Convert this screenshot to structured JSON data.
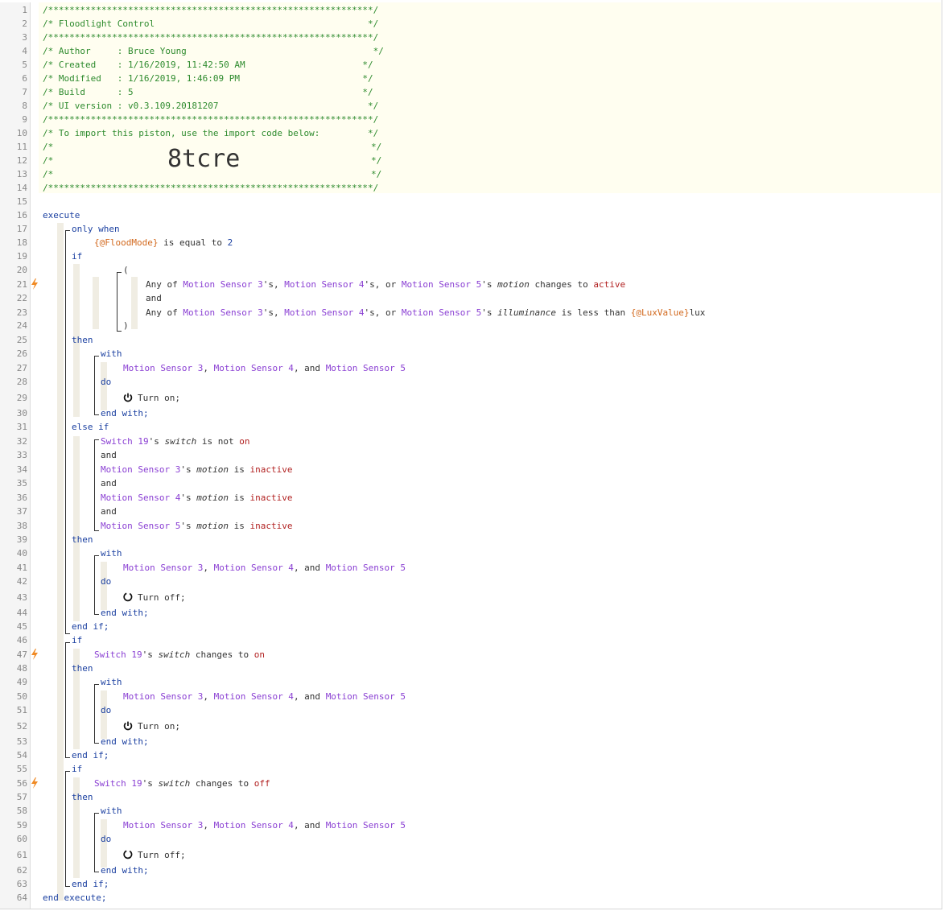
{
  "header": {
    "border": "/*************************************************************/",
    "title": "/* Floodlight Control                                        */",
    "author": "/* Author     : Bruce Young                                   */",
    "created": "/* Created    : 1/16/2019, 11:42:50 AM                      */",
    "modified": "/* Modified   : 1/16/2019, 1:46:09 PM                       */",
    "build": "/* Build      : 5                                           */",
    "ui_version": "/* UI version : v0.3.109.20181207                            */",
    "import_note": "/* To import this piston, use the import code below:         */",
    "blank_open": "/*",
    "blank_close": "*/",
    "import_code": "8tcre"
  },
  "line_numbers": [
    "1",
    "2",
    "3",
    "4",
    "5",
    "6",
    "7",
    "8",
    "9",
    "10",
    "11",
    "12",
    "13",
    "14",
    "15",
    "16",
    "17",
    "18",
    "19",
    "20",
    "21",
    "22",
    "23",
    "24",
    "25",
    "26",
    "27",
    "28",
    "29",
    "30",
    "31",
    "32",
    "33",
    "34",
    "35",
    "36",
    "37",
    "38",
    "39",
    "40",
    "41",
    "42",
    "43",
    "44",
    "45",
    "46",
    "47",
    "48",
    "49",
    "50",
    "51",
    "52",
    "53",
    "54",
    "55",
    "56",
    "57",
    "58",
    "59",
    "60",
    "61",
    "62",
    "63",
    "64"
  ],
  "keywords": {
    "execute": "execute",
    "only_when": "only when",
    "if": "if",
    "then": "then",
    "with": "with",
    "do": "do",
    "end_with": "end with;",
    "else_if": "else if",
    "end_if": "end if;",
    "end_execute": "end execute;",
    "and": "and",
    "open_paren": "(",
    "close_paren": ")"
  },
  "restriction": {
    "variable": "{@FloodMode}",
    "op": " is equal to ",
    "value": "2"
  },
  "cond1": {
    "any_of": "Any of ",
    "s3": "Motion Sensor 3",
    "s4": "Motion Sensor 4",
    "s5": "Motion Sensor 5",
    "sep1": "'s, ",
    "sep2": "'s, or ",
    "sep3": "'s ",
    "attr": "motion",
    "op": " changes to ",
    "value": "active"
  },
  "cond2": {
    "attr": "illuminance",
    "op": " is less than ",
    "variable": "{@LuxValue}",
    "unit": "lux"
  },
  "devices_line": {
    "d1": "Motion Sensor 3",
    "d2": "Motion Sensor 4",
    "d3": "Motion Sensor 5",
    "sep": ", ",
    "and": ", and "
  },
  "actions": {
    "turn_on": "Turn on;",
    "turn_off": "Turn off;"
  },
  "elseif": {
    "switch": "Switch 19",
    "switch_attr": "switch",
    "is_not": " is not ",
    "on": "on",
    "s3": "Motion Sensor 3",
    "s4": "Motion Sensor 4",
    "s5": "Motion Sensor 5",
    "poss": "'s ",
    "motion": "motion",
    "is": " is ",
    "inactive": "inactive"
  },
  "trigger_on": {
    "device": "Switch 19",
    "poss": "'s ",
    "attr": "switch",
    "op": " changes to ",
    "value": "on"
  },
  "trigger_off": {
    "device": "Switch 19",
    "poss": "'s ",
    "attr": "switch",
    "op": " changes to ",
    "value": "off"
  },
  "colors": {
    "comment": "#2e8b2e",
    "keyword": "#1a3fa0",
    "device": "#8a3fd3",
    "variable": "#d2691e",
    "value": "#b22222",
    "trigger_bolt": "#f08a24"
  },
  "icons": {
    "trigger": "lightning-bolt-icon",
    "power": "power-icon"
  }
}
